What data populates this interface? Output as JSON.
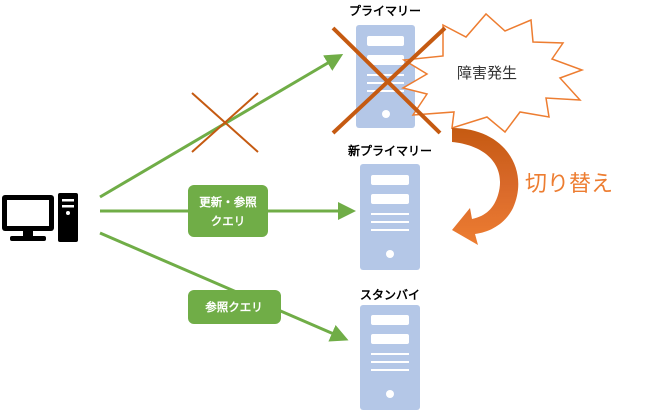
{
  "diagram": {
    "servers": {
      "primary": {
        "label": "プライマリー",
        "status": "failed"
      },
      "new_primary": {
        "label": "新プライマリー",
        "status": "active"
      },
      "standby": {
        "label": "スタンバイ",
        "status": "active"
      }
    },
    "client": {
      "icon": "desktop-computer-icon"
    },
    "queries": {
      "update_reference": {
        "line1": "更新・参照",
        "line2": "クエリ"
      },
      "reference": {
        "label": "参照クエリ"
      }
    },
    "failure": {
      "label": "障害発生"
    },
    "failover": {
      "label": "切り替え"
    },
    "colors": {
      "arrow_green": "#70ad47",
      "cross_orange": "#c55a11",
      "server_blue": "#b4c7e7",
      "burst_orange": "#ed7d31",
      "switch_orange": "#ed7d31"
    }
  }
}
